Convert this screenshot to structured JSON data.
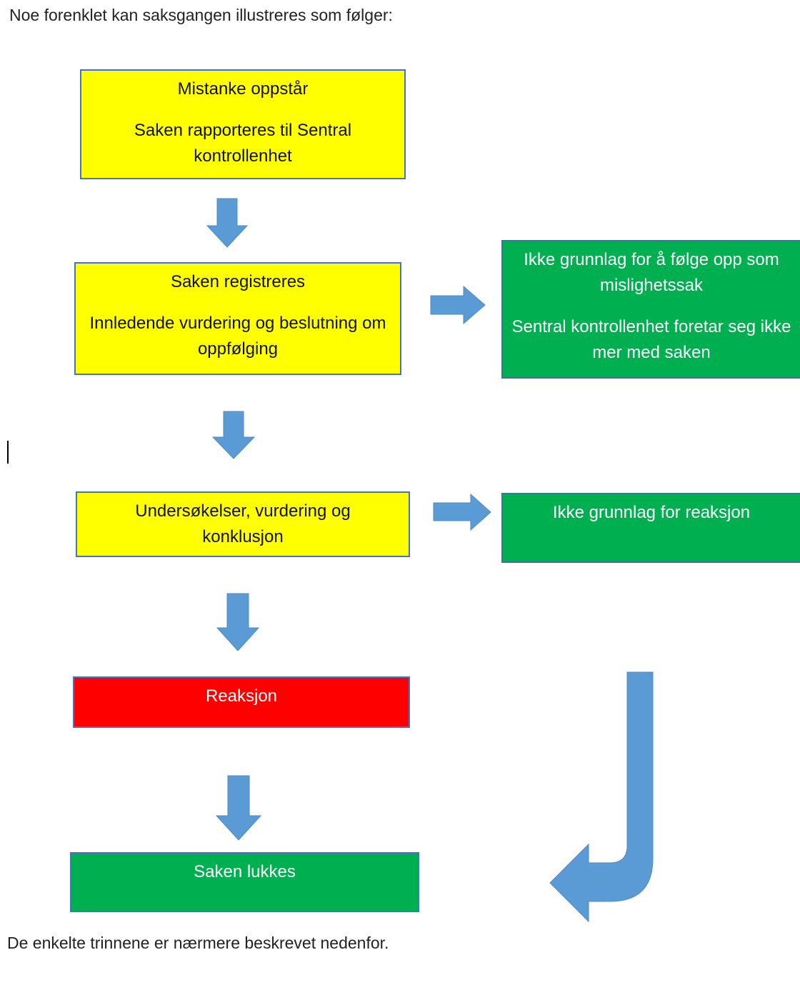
{
  "intro_text": "Noe forenklet kan saksgangen illustreres som følger:",
  "outro_text": "De enkelte trinnene er nærmere beskrevet nedenfor.",
  "colors": {
    "step": "#ffff00",
    "outcome": "#00b050",
    "reaction": "#ff0000",
    "arrow": "#5b9bd5",
    "border": "#4472c4"
  },
  "flow": {
    "step1": {
      "line1": "Mistanke oppstår",
      "line2": "Saken rapporteres til Sentral kontrollenhet"
    },
    "step2": {
      "line1": "Saken registreres",
      "line2": "Innledende vurdering og beslutning om oppfølging"
    },
    "step3": {
      "line1": "Undersøkelser, vurdering og konklusjon"
    },
    "step4": {
      "line1": "Reaksjon"
    },
    "step5": {
      "line1": "Saken lukkes"
    },
    "side1": {
      "line1": "Ikke grunnlag for å følge opp som mislighetssak",
      "line2": "Sentral kontrollenhet foretar seg ikke mer med saken"
    },
    "side2": {
      "line1": "Ikke grunnlag for reaksjon"
    }
  }
}
